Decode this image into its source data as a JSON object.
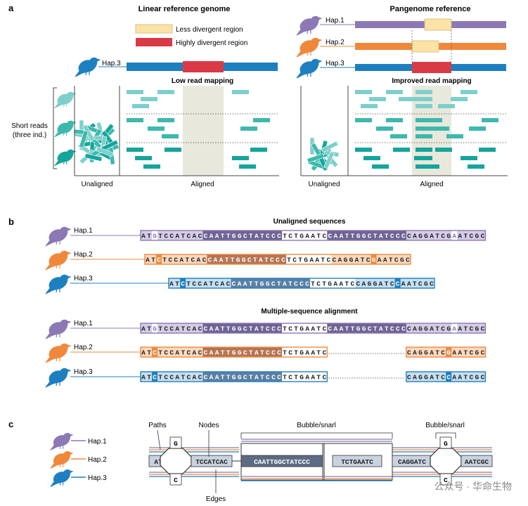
{
  "panels": {
    "a": "a",
    "b": "b",
    "c": "c"
  },
  "panel_a": {
    "linear_title": "Linear reference genome",
    "pangenome_title": "Pangenome reference",
    "legend": {
      "less_divergent": "Less divergent region",
      "highly_divergent": "Highly divergent region"
    },
    "hap1": "Hap.1",
    "hap2": "Hap.2",
    "hap3": "Hap.3",
    "low_mapping": "Low read mapping",
    "improved_mapping": "Improved read mapping",
    "short_reads_line1": "Short reads",
    "short_reads_line2": "(three ind.)",
    "unaligned": "Unaligned",
    "aligned": "Aligned"
  },
  "panel_b": {
    "unaligned_title": "Unaligned sequences",
    "msa_title": "Multiple-sequence alignment",
    "hap1": "Hap.1",
    "hap2": "Hap.2",
    "hap3": "Hap.3",
    "sequences": {
      "hap1": "ATGTCCATCACCAATTGGCTATCCCTCTGAATCCAATTGGCTATCCCCAGGATCGAATCGC",
      "hap2": "ATCTCCATCACCAATTGGCTATCCCTCTGAATCCAGGATCGAATCGC",
      "hap3": "ATCTCCATCACCAATTGGCTATCCCTCTGAATCCAGGATCCAATCGC"
    }
  },
  "panel_c": {
    "paths_label": "Paths",
    "nodes_label": "Nodes",
    "edges_label": "Edges",
    "bubble1_label": "Bubble/snarl",
    "bubble2_label": "Bubble/snarl",
    "hap1": "Hap.1",
    "hap2": "Hap.2",
    "hap3": "Hap.3",
    "nodes": {
      "at": "AT",
      "g1": "G",
      "c1": "C",
      "tccatcac": "TCCATCAC",
      "caattggctatccc": "CAATTGGCTATCCC",
      "tctgaatc": "TCTGAATC",
      "caggatc": "CAGGATC",
      "g2": "G",
      "c2": "C",
      "aatcgc": "AATCGC"
    }
  },
  "watermark": "公众号 · 华命生物",
  "colors": {
    "hap1": "#8C78B4",
    "hap2": "#F0883C",
    "hap3": "#1E7FC0",
    "less_divergent": "#FBE3A6",
    "highly_divergent": "#D93A45",
    "reads_light": "#7DCFCB",
    "reads_dark": "#14A59C",
    "aligned_bg": "#E9E8DC"
  }
}
